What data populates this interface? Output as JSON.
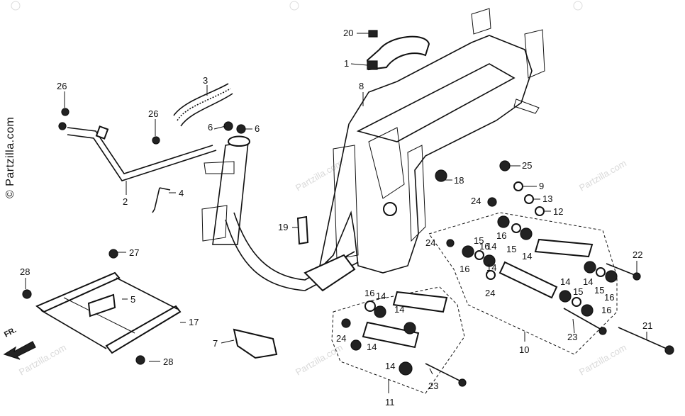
{
  "watermark": {
    "copyright": "© Partzilla.com",
    "repeat_text": "Partzilla.com"
  },
  "direction_marker": "FR.",
  "callouts": [
    {
      "id": "c20",
      "number": "20"
    },
    {
      "id": "c1",
      "number": "1"
    },
    {
      "id": "c8",
      "number": "8"
    },
    {
      "id": "c3",
      "number": "3"
    },
    {
      "id": "c26a",
      "number": "26"
    },
    {
      "id": "c26b",
      "number": "26"
    },
    {
      "id": "c6a",
      "number": "6"
    },
    {
      "id": "c6b",
      "number": "6"
    },
    {
      "id": "c2",
      "number": "2"
    },
    {
      "id": "c4",
      "number": "4"
    },
    {
      "id": "c25",
      "number": "25"
    },
    {
      "id": "c18",
      "number": "18"
    },
    {
      "id": "c9",
      "number": "9"
    },
    {
      "id": "c24a",
      "number": "24"
    },
    {
      "id": "c13",
      "number": "13"
    },
    {
      "id": "c12",
      "number": "12"
    },
    {
      "id": "c19",
      "number": "19"
    },
    {
      "id": "c24b",
      "number": "24"
    },
    {
      "id": "c16a",
      "number": "16"
    },
    {
      "id": "c15a",
      "number": "15"
    },
    {
      "id": "c14a",
      "number": "14"
    },
    {
      "id": "c16b",
      "number": "16"
    },
    {
      "id": "c15b",
      "number": "15"
    },
    {
      "id": "c14b",
      "number": "14"
    },
    {
      "id": "c16c",
      "number": "16"
    },
    {
      "id": "c14c",
      "number": "14"
    },
    {
      "id": "c24c",
      "number": "24"
    },
    {
      "id": "c22",
      "number": "22"
    },
    {
      "id": "c14d",
      "number": "14"
    },
    {
      "id": "c15c",
      "number": "15"
    },
    {
      "id": "c14e",
      "number": "14"
    },
    {
      "id": "c15d",
      "number": "15"
    },
    {
      "id": "c16d",
      "number": "16"
    },
    {
      "id": "c16e",
      "number": "16"
    },
    {
      "id": "c27",
      "number": "27"
    },
    {
      "id": "c28a",
      "number": "28"
    },
    {
      "id": "c5",
      "number": "5"
    },
    {
      "id": "c17",
      "number": "17"
    },
    {
      "id": "c16f",
      "number": "16"
    },
    {
      "id": "c14f",
      "number": "14"
    },
    {
      "id": "c14g",
      "number": "14"
    },
    {
      "id": "c24d",
      "number": "24"
    },
    {
      "id": "c14h",
      "number": "14"
    },
    {
      "id": "c23a",
      "number": "23"
    },
    {
      "id": "c21",
      "number": "21"
    },
    {
      "id": "c7",
      "number": "7"
    },
    {
      "id": "c10",
      "number": "10"
    },
    {
      "id": "c28b",
      "number": "28"
    },
    {
      "id": "c14i",
      "number": "14"
    },
    {
      "id": "c23b",
      "number": "23"
    },
    {
      "id": "c11",
      "number": "11"
    }
  ]
}
